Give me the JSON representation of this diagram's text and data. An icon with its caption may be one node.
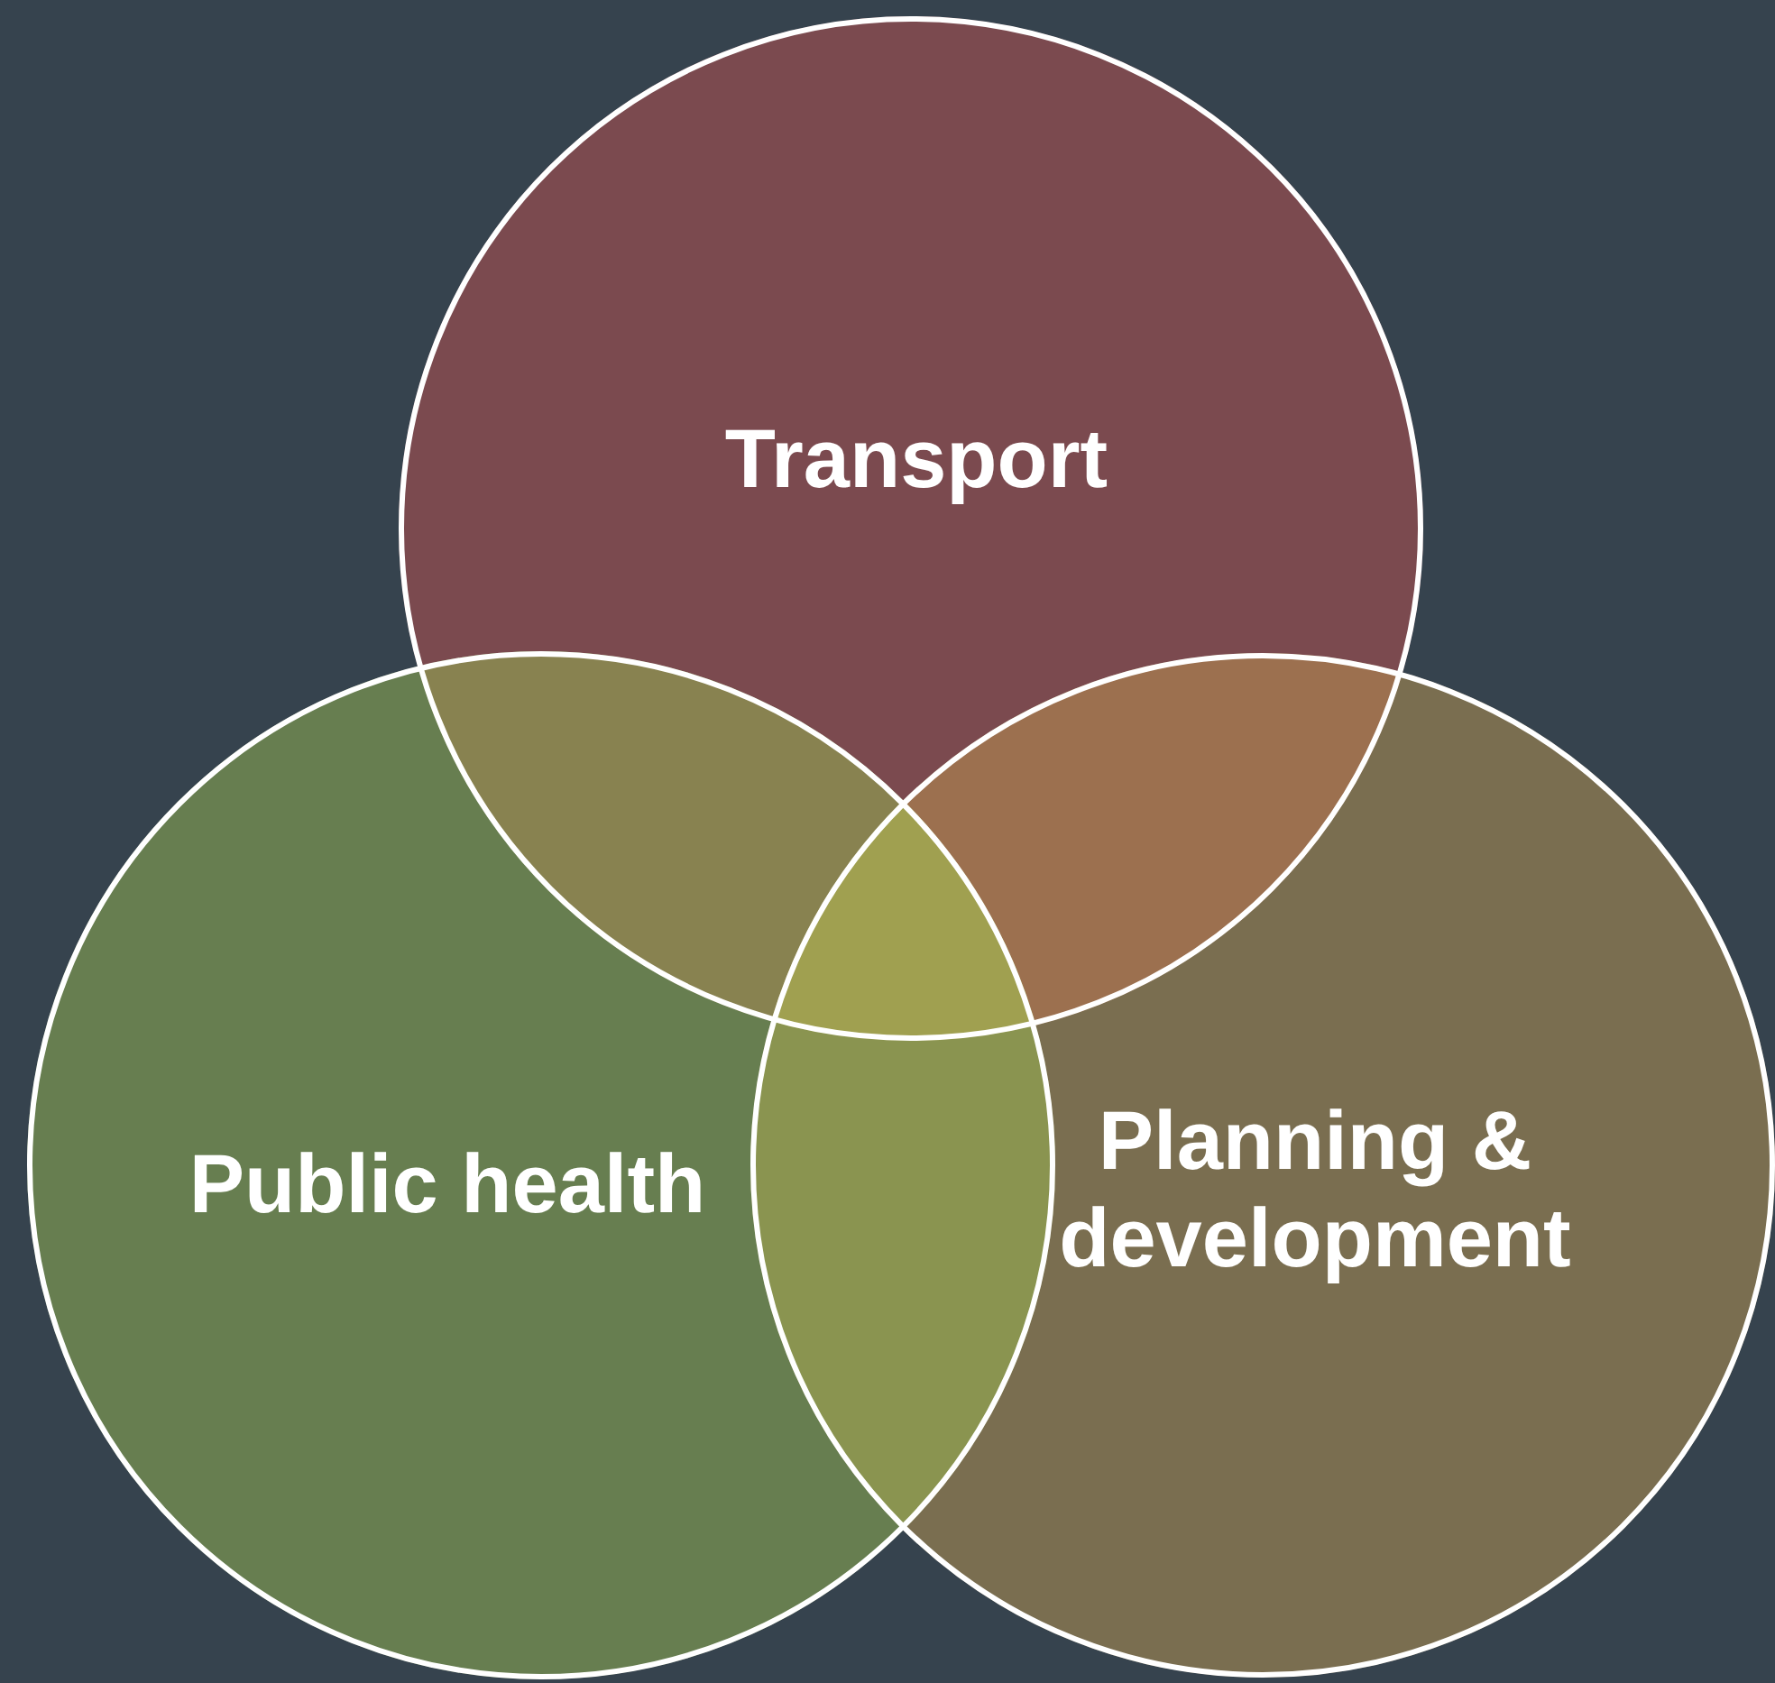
{
  "diagram": {
    "nodes": [
      {
        "text": [
          "Transport"
        ]
      },
      {
        "text": [
          "Public health"
        ]
      },
      {
        "text": [
          "Planning & development"
        ]
      }
    ]
  }
}
